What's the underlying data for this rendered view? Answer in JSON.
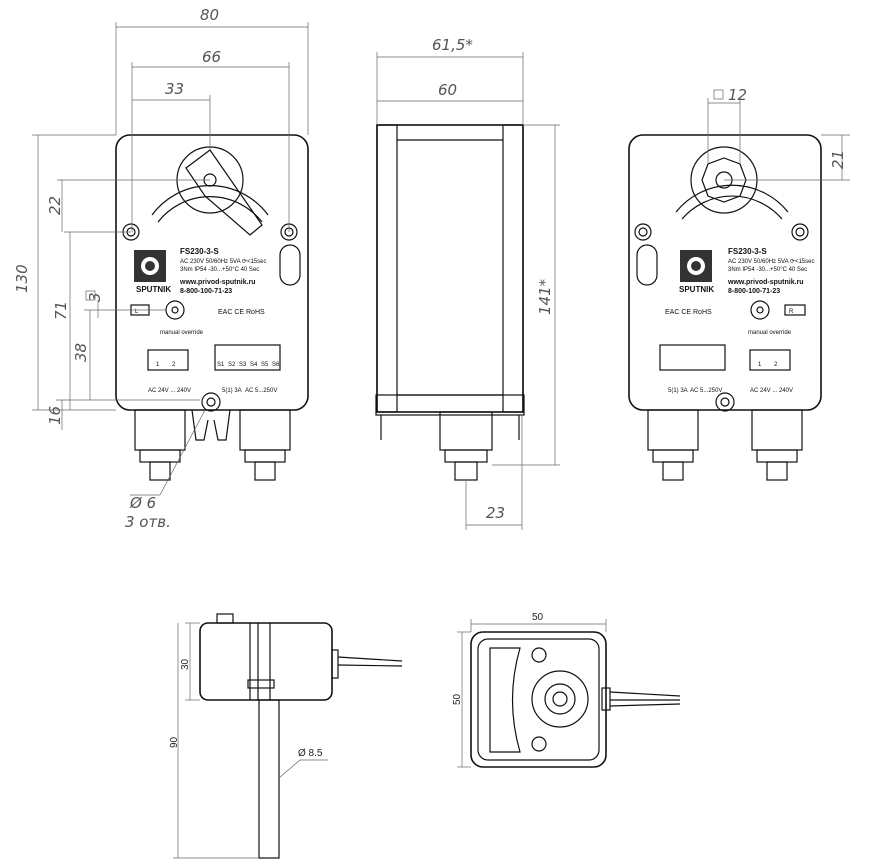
{
  "dimensions": {
    "front_width_outer": "80",
    "front_width_mid": "66",
    "front_width_inner": "33",
    "front_height_total": "130",
    "front_height_71": "71",
    "front_height_38": "38",
    "front_height_16": "16",
    "front_height_22": "22",
    "square_3": "3",
    "hole_dia": "Ø 6",
    "hole_count": "3 отв.",
    "side_width_outer": "61,5*",
    "side_width_inner": "60",
    "side_height": "141*",
    "side_gland": "23",
    "rear_square": "12",
    "rear_height": "21",
    "sensor_width": "50",
    "sensor_height": "50",
    "sensor_len": "90",
    "sensor_body": "30",
    "sensor_dia": "Ø 8.5"
  },
  "device": {
    "model": "FS230-3-S",
    "spec_line1": "AC 230V   50/60Hz   5VA   ⟳<15sec",
    "spec_line2": "3Nm   IP54   -30...+50°C   40 Sec",
    "brand": "SPUTNIK",
    "website": "www.privod-sputnik.ru",
    "phone": "8-800-100-71-23",
    "marks": "EAC  CE  RoHS",
    "manual": "manual override",
    "terminals_left": [
      "1",
      "2"
    ],
    "terminals_right": [
      "S1",
      "S2",
      "S3",
      "S4",
      "S5",
      "S6"
    ],
    "left_caption": "AC 24V ... 240V",
    "right_caption1": "5(1) 3A",
    "right_caption2": "AC 5...250V",
    "switch_front": "L",
    "switch_rear": "R"
  }
}
